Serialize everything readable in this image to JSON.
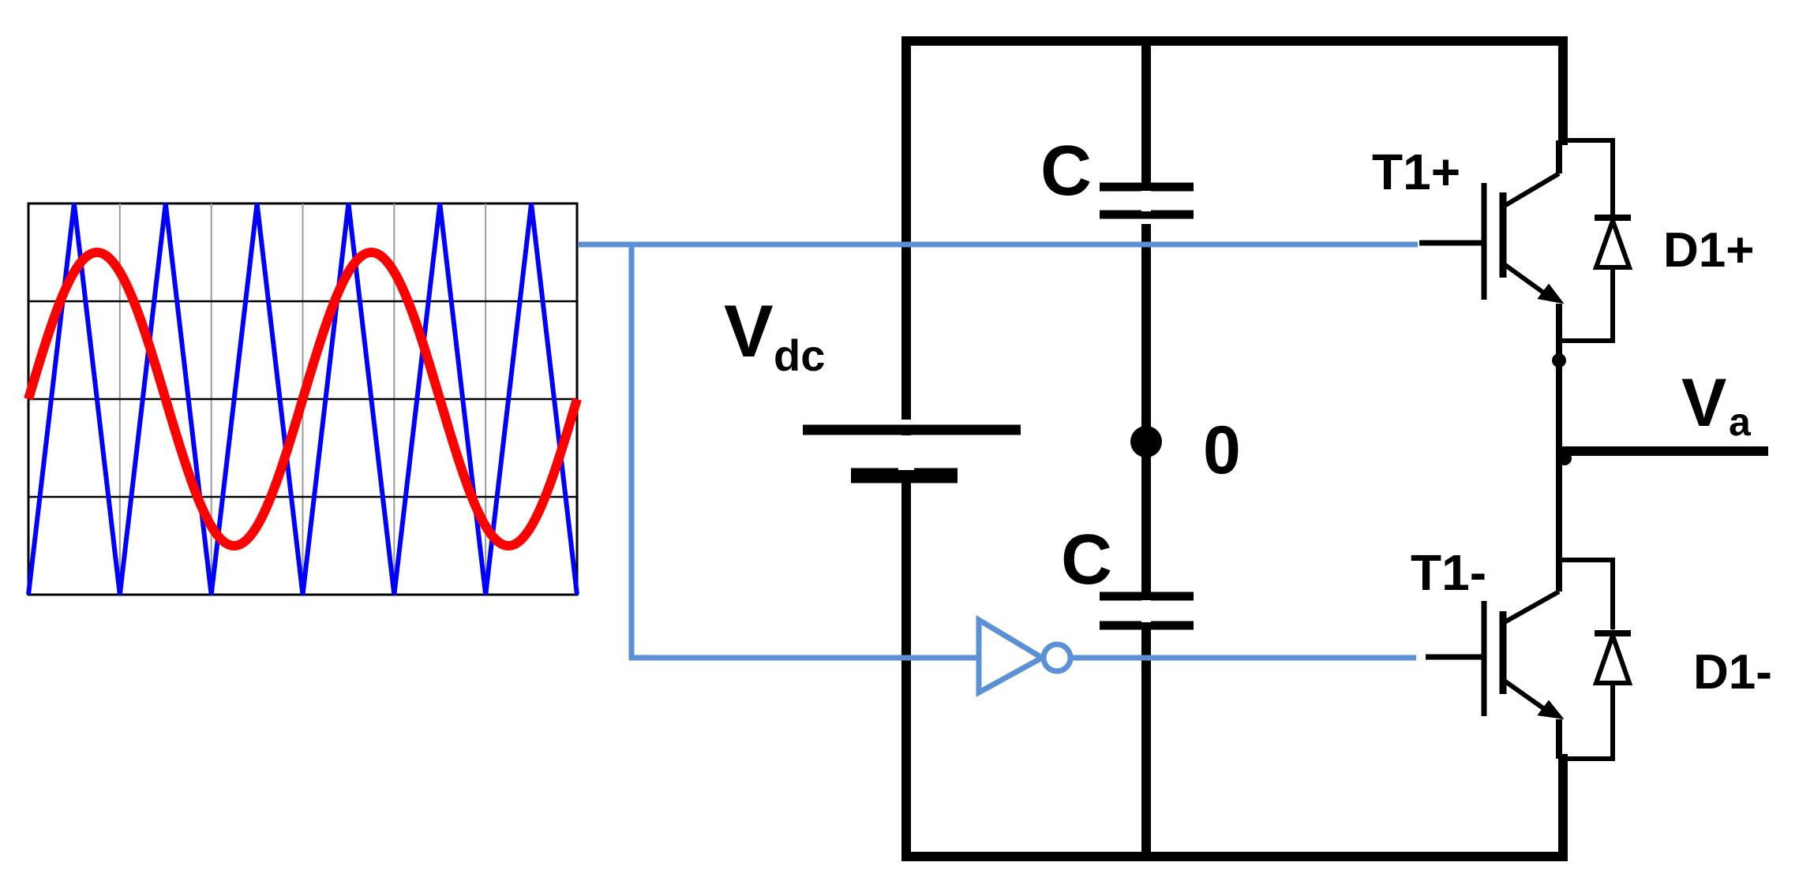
{
  "labels": {
    "vdc_main": "V",
    "vdc_sub": "dc",
    "cap_top": "C",
    "cap_bottom": "C",
    "midpoint": "0",
    "switch_upper": "T1+",
    "switch_lower": "T1-",
    "diode_upper": "D1+",
    "diode_lower": "D1-",
    "output_main": "V",
    "output_sub": "a"
  },
  "colors": {
    "wire": "#000000",
    "signal": "#5b8fd6",
    "carrier": "#0000ff",
    "reference": "#ff0000",
    "grid": "#000000",
    "background": "#ffffff"
  },
  "icons": {
    "inverter": "not-gate-icon",
    "switch": "igbt-icon",
    "diode": "diode-icon",
    "battery": "dc-source-icon",
    "capacitor": "capacitor-icon"
  },
  "chart_data": {
    "type": "line",
    "series": [
      {
        "kind": "triangle-carrier",
        "periods": 6,
        "ylim": [
          -1,
          1
        ]
      },
      {
        "kind": "sine-reference",
        "periods": 2,
        "amplitude": 0.75,
        "ylim": [
          -1,
          1
        ]
      }
    ],
    "grid": true,
    "ylim": [
      -1,
      1
    ]
  }
}
